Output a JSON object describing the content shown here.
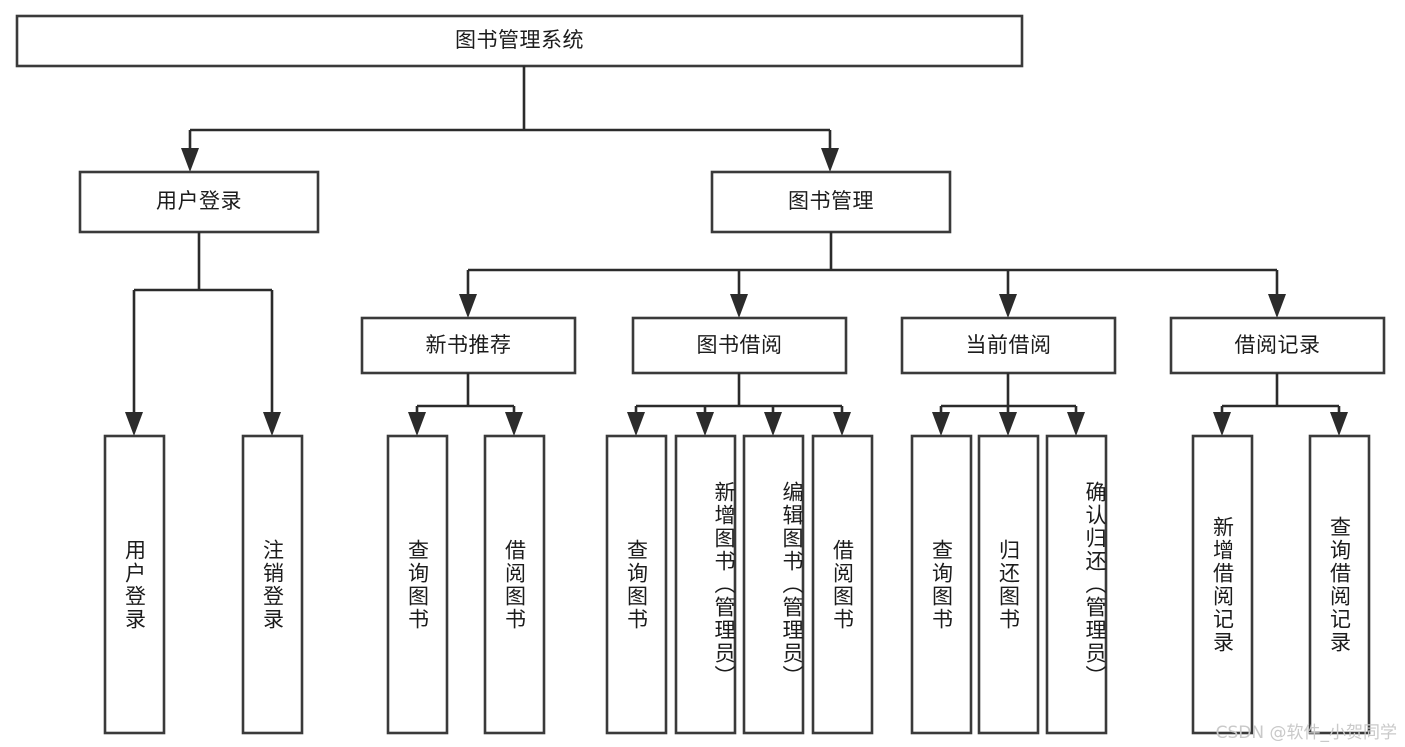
{
  "diagram": {
    "title": "图书管理系统",
    "type": "tree-hierarchy-diagram",
    "watermark": "CSDN @软件_小贺同学",
    "colors": {
      "box_stroke": "#3a3a3a",
      "connector": "#2b2b2b",
      "box_fill": "#ffffff",
      "text": "#1c1c1c",
      "watermark": "#c9c9c9"
    },
    "root": {
      "label": "图书管理系统"
    },
    "level2": [
      {
        "label": "用户登录"
      },
      {
        "label": "图书管理"
      }
    ],
    "level3": [
      {
        "label": "新书推荐"
      },
      {
        "label": "图书借阅"
      },
      {
        "label": "当前借阅"
      },
      {
        "label": "借阅记录"
      }
    ],
    "leaves": {
      "user_login": [
        {
          "label": "用户登录"
        },
        {
          "label": "注销登录"
        }
      ],
      "new_book_recommend": [
        {
          "label": "查询图书"
        },
        {
          "label": "借阅图书"
        }
      ],
      "book_borrow": [
        {
          "label": "查询图书"
        },
        {
          "label": "新增图书（管理员）"
        },
        {
          "label": "编辑图书（管理员）"
        },
        {
          "label": "借阅图书"
        }
      ],
      "current_borrow": [
        {
          "label": "查询图书"
        },
        {
          "label": "归还图书"
        },
        {
          "label": "确认归还（管理员）"
        }
      ],
      "borrow_record": [
        {
          "label": "新增借阅记录"
        },
        {
          "label": "查询借阅记录"
        }
      ]
    }
  }
}
